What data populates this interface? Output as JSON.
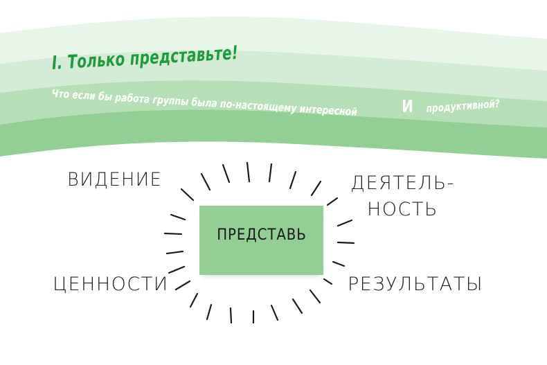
{
  "banner": {
    "title": "I. Только представьте!",
    "subtitle_part1": "Что если бы работа группы была по-настоящему интересной",
    "subtitle_conj": "И",
    "subtitle_part2": "продуктивной?",
    "colors": {
      "band1": "#e8f5e9",
      "band2": "#d3ecd4",
      "band3": "#b5deb6",
      "band4": "#92cf95",
      "title": "#1f9a3c",
      "subtitle": "#ffffff"
    }
  },
  "diagram": {
    "center_label": "ПРЕДСТАВЬ",
    "center_color": "#93cf95",
    "labels": {
      "top_left": "ВИДЕНИЕ",
      "top_right_line1": "ДЕЯТЕЛЬ-",
      "top_right_line2": "НОСТЬ",
      "bottom_left": "ЦЕННОСТИ",
      "bottom_right": "РЕЗУЛЬТАТЫ"
    },
    "ray_count": 28
  }
}
